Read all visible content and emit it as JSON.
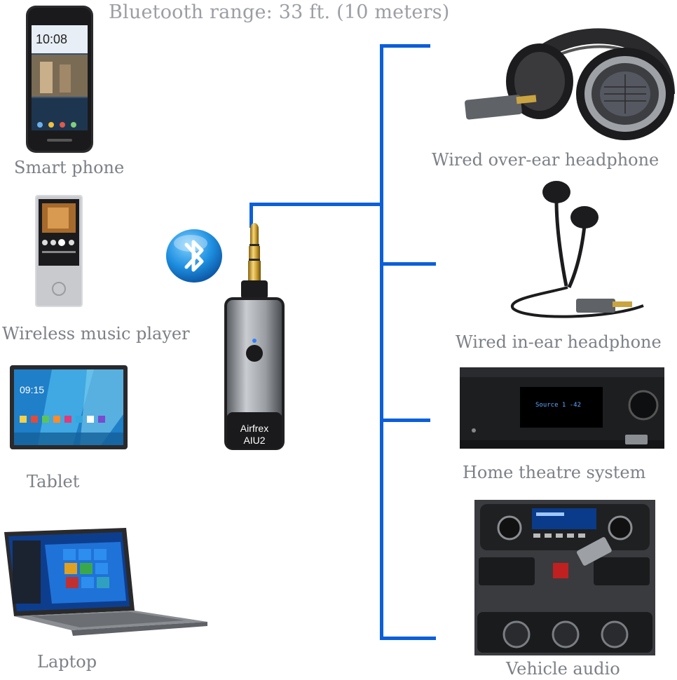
{
  "title": "Bluetooth range: 33 ft. (10 meters)",
  "adapter": {
    "brand": "Airfrex",
    "model": "AIU2"
  },
  "sources": [
    {
      "label": "Smart phone",
      "icon": "smartphone",
      "screen_time": "10:08"
    },
    {
      "label": "Wireless music player",
      "icon": "music-player"
    },
    {
      "label": "Tablet",
      "icon": "tablet",
      "screen_time": "09:15"
    },
    {
      "label": "Laptop",
      "icon": "laptop"
    }
  ],
  "outputs": [
    {
      "label": "Wired over-ear headphone",
      "icon": "over-ear-headphone"
    },
    {
      "label": "Wired in-ear headphone",
      "icon": "in-ear-headphone"
    },
    {
      "label": "Home theatre system",
      "icon": "home-theatre",
      "display_text": "Source 1    -42"
    },
    {
      "label": "Vehicle audio",
      "icon": "car-dashboard"
    }
  ],
  "colors": {
    "wire": "#0b5fd9",
    "label": "#7d8087",
    "bluetooth_badge": "#1f8fe0"
  }
}
